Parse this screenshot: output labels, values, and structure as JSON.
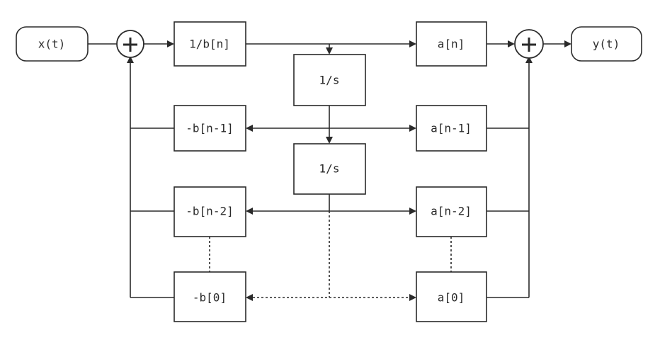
{
  "diagram": {
    "input": "x(t)",
    "output": "y(t)",
    "recip_b_n": "1/b[n]",
    "integrator_1": "1/s",
    "integrator_2": "1/s",
    "a_n": "a[n]",
    "a_n1": "a[n-1]",
    "a_n2": "a[n-2]",
    "a_0": "a[0]",
    "neg_b_n1": "-b[n-1]",
    "neg_b_n2": "-b[n-2]",
    "neg_b_0": "-b[0]",
    "sum_symbol": "+"
  }
}
